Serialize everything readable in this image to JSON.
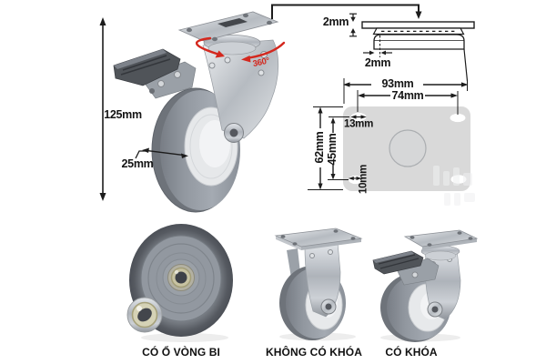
{
  "main_view": {
    "height": "125mm",
    "tread_width": "25mm",
    "rotation": "360°"
  },
  "side_detail": {
    "plate_thickness": "2mm",
    "stem_offset": "2mm"
  },
  "plate_view": {
    "width_overall": "93mm",
    "width_holes": "74mm",
    "slot_length": "13mm",
    "depth_overall": "62mm",
    "depth_holes": "45mm",
    "slot_width": "10mm"
  },
  "variants": [
    {
      "label": "CÓ Ổ VÒNG BI"
    },
    {
      "label": "KHÔNG CÓ KHÓA"
    },
    {
      "label": "CÓ KHÓA"
    }
  ],
  "colors": {
    "annotation": "#1c1c1c",
    "rotation_red": "#d4281e",
    "plate_gray": "#d9d9d9",
    "wheel_gray": "#969ca4",
    "metal_silver": "#c9cdd2"
  }
}
